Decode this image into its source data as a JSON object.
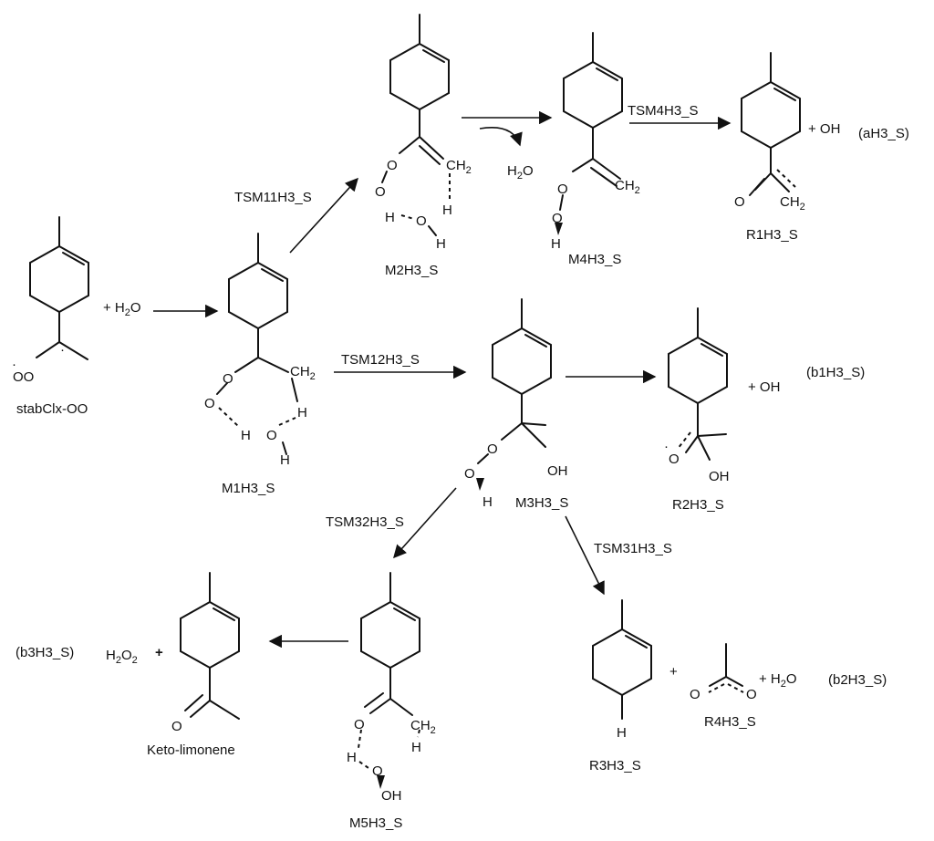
{
  "species": {
    "stabclx": "stabClx-OO",
    "m1": "M1H3_S",
    "m2": "M2H3_S",
    "m3": "M3H3_S",
    "m4": "M4H3_S",
    "m5": "M5H3_S",
    "r1": "R1H3_S",
    "r2": "R2H3_S",
    "r3": "R3H3_S",
    "r4": "R4H3_S",
    "keto": "Keto-limonene"
  },
  "transition_states": {
    "tsm11": "TSM11H3_S",
    "tsm12": "TSM12H3_S",
    "tsm4": "TSM4H3_S",
    "tsm31": "TSM31H3_S",
    "tsm32": "TSM32H3_S"
  },
  "channels": {
    "a": "(aH3_S)",
    "b1": "(b1H3_S)",
    "b2": "(b2H3_S)",
    "b3": "(b3H3_S)"
  },
  "reagents": {
    "plus_water": "+ H",
    "plus_oh_1": "+ OH",
    "plus_oh_2": "+ OH",
    "plus_water_2": "+ H",
    "plus": "+",
    "plus_2": "+",
    "h2o_1": "H",
    "h2o2": "H"
  },
  "atoms": {
    "O": "O",
    "OH": "OH",
    "H": "H",
    "CH": "CH",
    "two": "2",
    "cdot": "·",
    "oo_dot": "OO"
  }
}
